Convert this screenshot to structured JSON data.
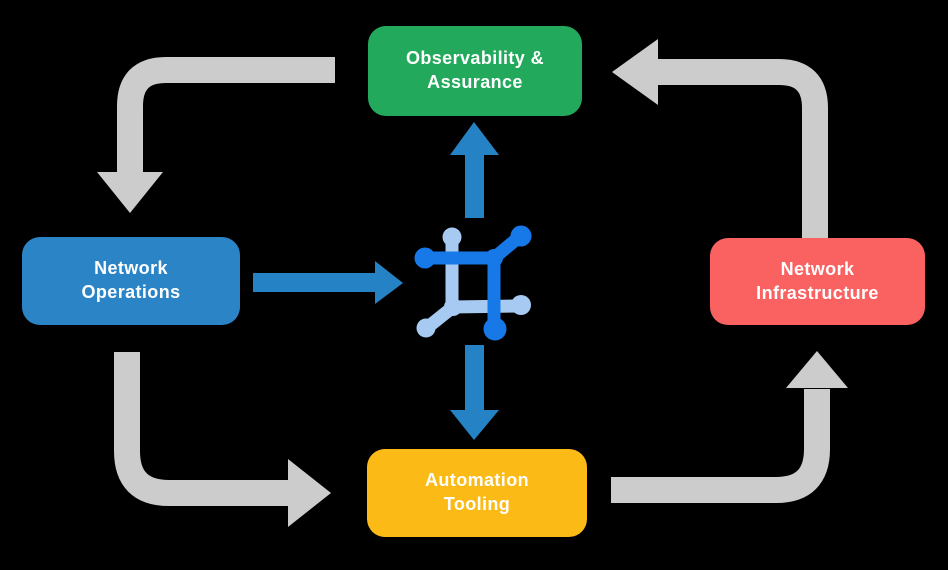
{
  "diagram": {
    "background_color": "#000000",
    "nodes": [
      {
        "id": "observability-assurance",
        "lines": [
          "Observability &",
          "Assurance"
        ],
        "color": "#22a95b",
        "text_color": "#ffffff"
      },
      {
        "id": "network-operations",
        "lines": [
          "Network",
          "Operations"
        ],
        "color": "#2b84c6",
        "text_color": "#ffffff"
      },
      {
        "id": "network-infrastructure",
        "lines": [
          "Network",
          "Infrastructure"
        ],
        "color": "#fa6161",
        "text_color": "#ffffff"
      },
      {
        "id": "automation-tooling",
        "lines": [
          "Automation",
          "Tooling"
        ],
        "color": "#fbba16",
        "text_color": "#ffffff"
      }
    ],
    "center_icon": {
      "name": "network-automation-icon",
      "dark_blue": "#1778e8",
      "light_blue": "#a7caf2"
    },
    "colors": {
      "arrow_gray": "#cccccc",
      "arrow_blue": "#2583c5"
    },
    "flows": [
      {
        "from": "Observability & Assurance",
        "to": "Network Operations",
        "style": "gray-cycle"
      },
      {
        "from": "Network Operations",
        "to": "Automation Tooling",
        "style": "gray-cycle"
      },
      {
        "from": "Automation Tooling",
        "to": "Network Infrastructure",
        "style": "gray-cycle"
      },
      {
        "from": "Network Infrastructure",
        "to": "Observability & Assurance",
        "style": "gray-cycle"
      },
      {
        "from": "Network Operations",
        "to": "network-automation-icon",
        "style": "blue"
      },
      {
        "from": "network-automation-icon",
        "to": "Observability & Assurance",
        "style": "blue"
      },
      {
        "from": "network-automation-icon",
        "to": "Automation Tooling",
        "style": "blue"
      }
    ]
  }
}
